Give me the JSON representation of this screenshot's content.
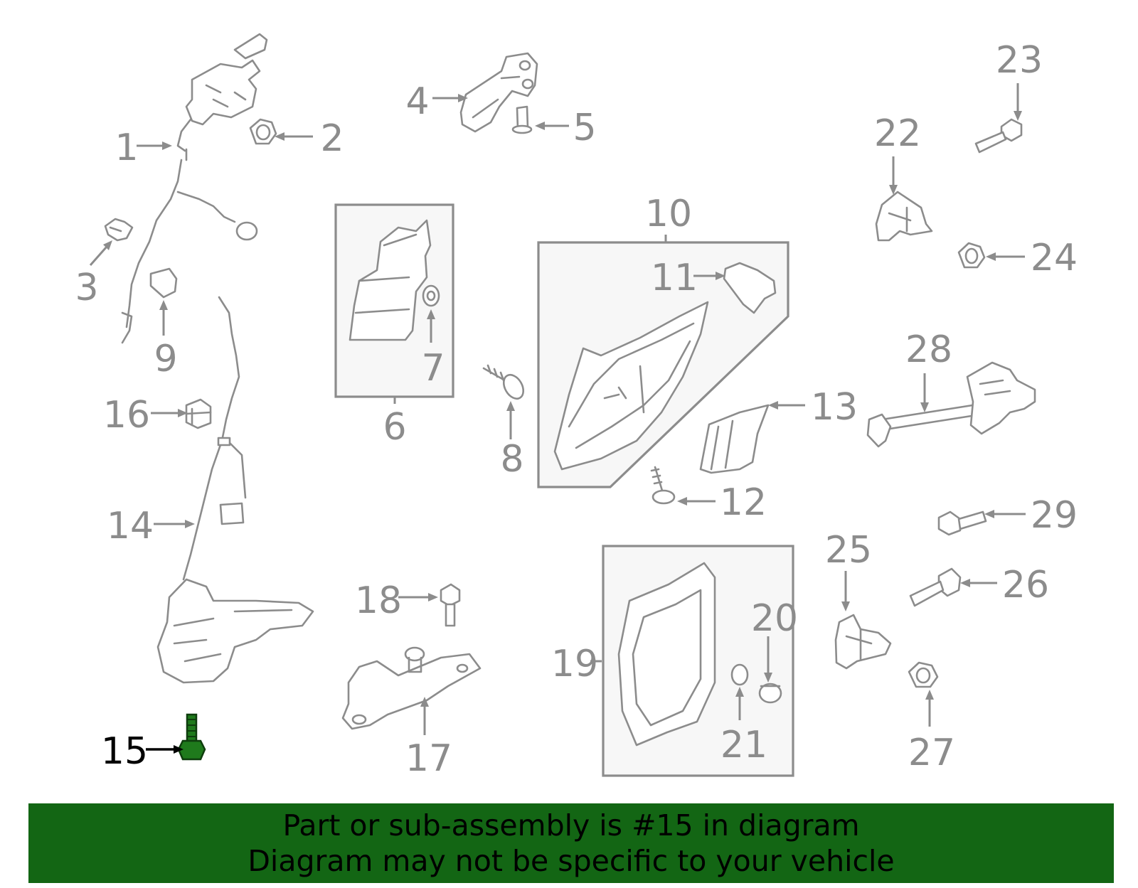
{
  "highlighted_part": "15",
  "colors": {
    "banner_bg": "#136614",
    "highlight": "#1f7a1c",
    "part_stroke": "#8c8c8c"
  },
  "labels": {
    "p1": "1",
    "p2": "2",
    "p3": "3",
    "p4": "4",
    "p5": "5",
    "p6": "6",
    "p7": "7",
    "p8": "8",
    "p9": "9",
    "p10": "10",
    "p11": "11",
    "p12": "12",
    "p13": "13",
    "p14": "14",
    "p15": "15",
    "p16": "16",
    "p17": "17",
    "p18": "18",
    "p19": "19",
    "p20": "20",
    "p21": "21",
    "p22": "22",
    "p23": "23",
    "p24": "24",
    "p25": "25",
    "p26": "26",
    "p27": "27",
    "p28": "28",
    "p29": "29"
  },
  "banner": {
    "line1": "Part or sub-assembly is #15 in diagram",
    "line2": "Diagram may not be specific to your vehicle"
  }
}
